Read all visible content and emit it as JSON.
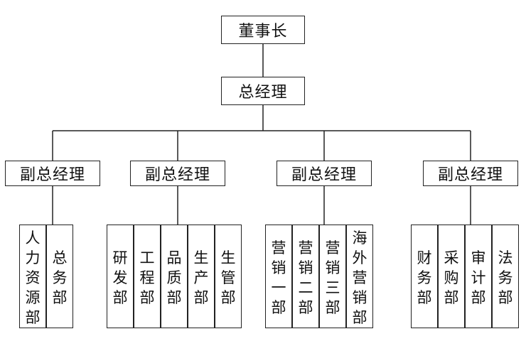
{
  "chairman": "董事长",
  "general_manager": "总经理",
  "vice_managers": [
    "副总经理",
    "副总经理",
    "副总经理",
    "副总经理"
  ],
  "departments": [
    [
      "人力资源部",
      "总务部"
    ],
    [
      "研发部",
      "工程部",
      "品质部",
      "生产部",
      "生管部"
    ],
    [
      "营销一部",
      "营销二部",
      "营销三部",
      "海外营销部"
    ],
    [
      "财务部",
      "采购部",
      "审计部",
      "法务部"
    ]
  ]
}
